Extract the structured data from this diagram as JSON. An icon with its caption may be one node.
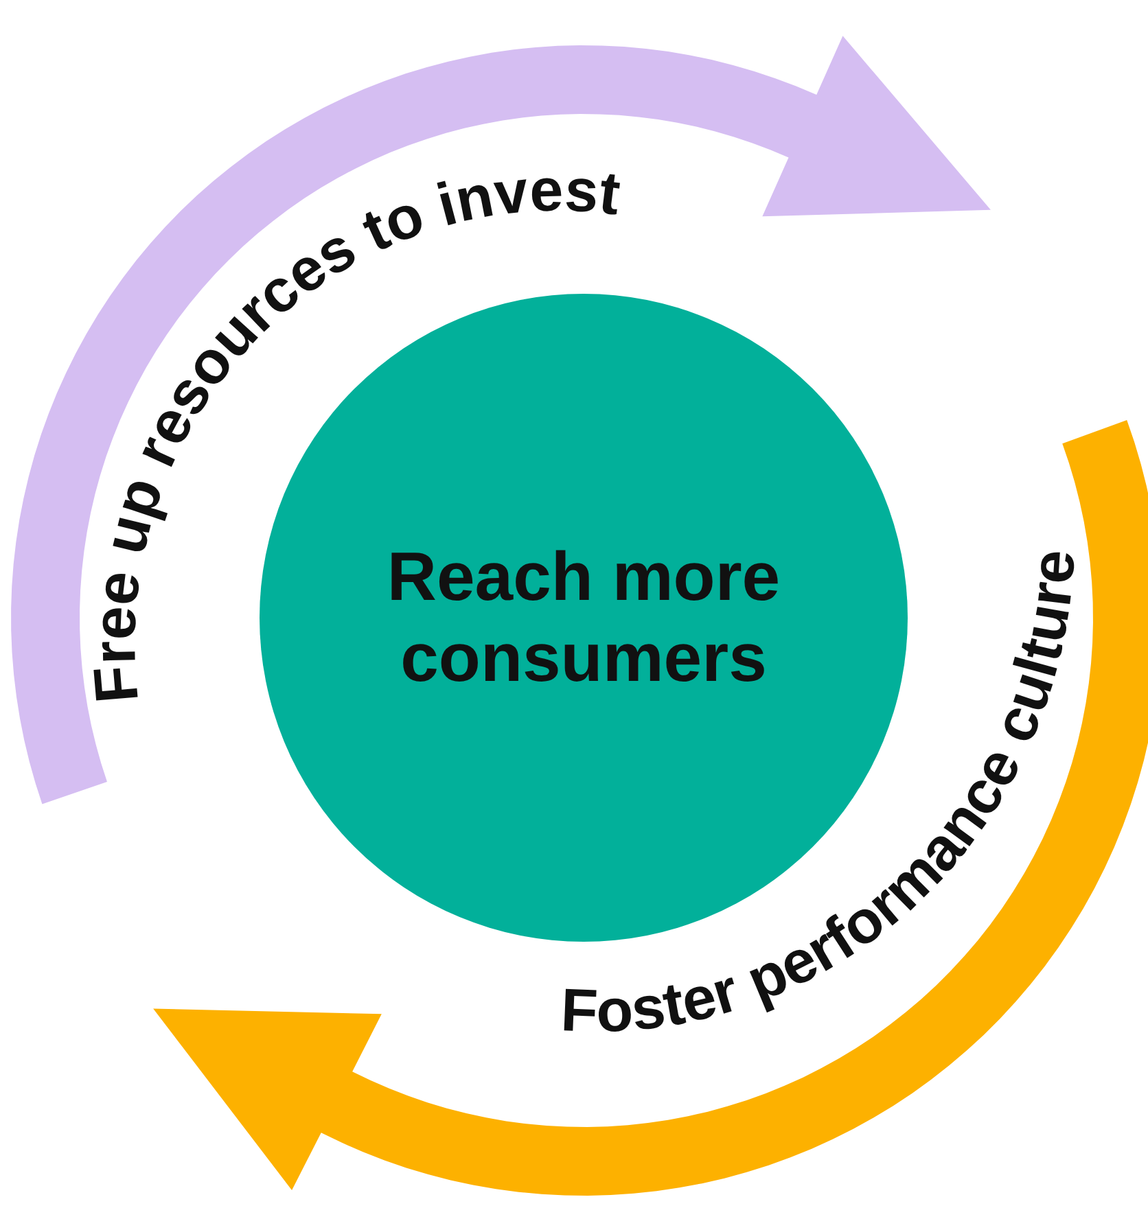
{
  "diagram": {
    "nodes": [
      {
        "text": [
          "Reach more consumers"
        ]
      }
    ],
    "labels": [
      "Free up resources to invest",
      "Foster performance culture"
    ]
  }
}
